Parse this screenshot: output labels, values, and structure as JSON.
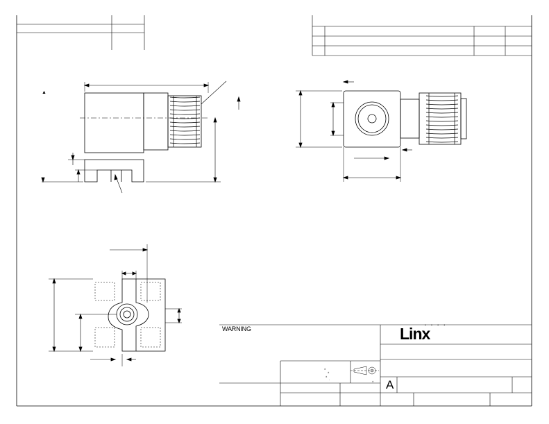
{
  "title_block": {
    "warning_label": "WARNING",
    "logo_text": "Linx",
    "logo_dots": "• • • •",
    "revision_letter": "A"
  },
  "side_view": {
    "tick_mark": "▲"
  },
  "colors": {
    "line": "#000000",
    "hidden_pad": "#555555",
    "background": "#ffffff"
  }
}
